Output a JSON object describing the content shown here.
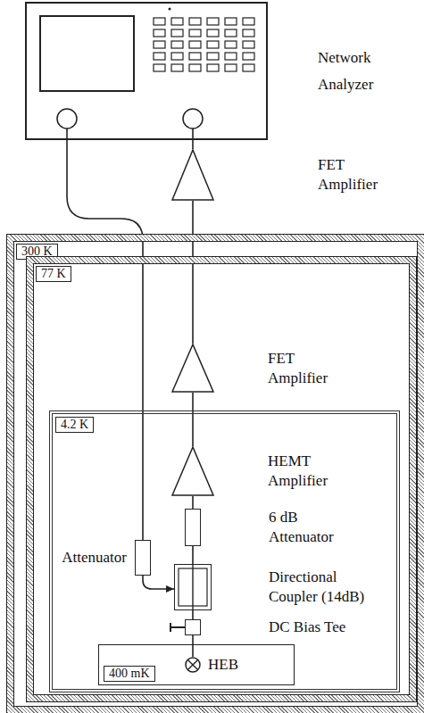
{
  "diagram": {
    "nodes": [
      {
        "text": [
          "Network Analyzer"
        ]
      },
      {
        "text": [
          "FET Amplifier"
        ]
      },
      {
        "text": [
          "300 K"
        ]
      },
      {
        "text": [
          "77 K"
        ],
        "in": 2
      },
      {
        "text": [
          "FET Amplifier"
        ],
        "in": 3
      },
      {
        "text": [
          "4.2 K"
        ],
        "in": 3
      },
      {
        "text": [
          "HEMT Amplifier"
        ],
        "in": 5
      },
      {
        "text": [
          "6 dB Attenuator"
        ],
        "in": 5
      },
      {
        "text": [
          "Attenuator"
        ],
        "in": 5
      },
      {
        "text": [
          "Directional Coupler (14dB)"
        ],
        "in": 5
      },
      {
        "text": [
          "DC Bias Tee"
        ],
        "in": 5
      },
      {
        "text": [
          "400 mK"
        ],
        "in": 5
      },
      {
        "text": [
          "HEB"
        ],
        "in": 11
      }
    ],
    "edges": [
      {
        "from": 0,
        "to": 8,
        "arrow": "none"
      },
      {
        "from": 8,
        "to": 9,
        "arrow": "to"
      },
      {
        "from": 12,
        "to": 10,
        "arrow": "none"
      },
      {
        "from": 10,
        "to": 9,
        "arrow": "none"
      },
      {
        "from": 9,
        "to": 7,
        "arrow": "none"
      },
      {
        "from": 7,
        "to": 6,
        "arrow": "none"
      },
      {
        "from": 6,
        "to": 4,
        "arrow": "none"
      },
      {
        "from": 4,
        "to": 1,
        "arrow": "none"
      },
      {
        "from": 1,
        "to": 0,
        "arrow": "none"
      }
    ]
  }
}
